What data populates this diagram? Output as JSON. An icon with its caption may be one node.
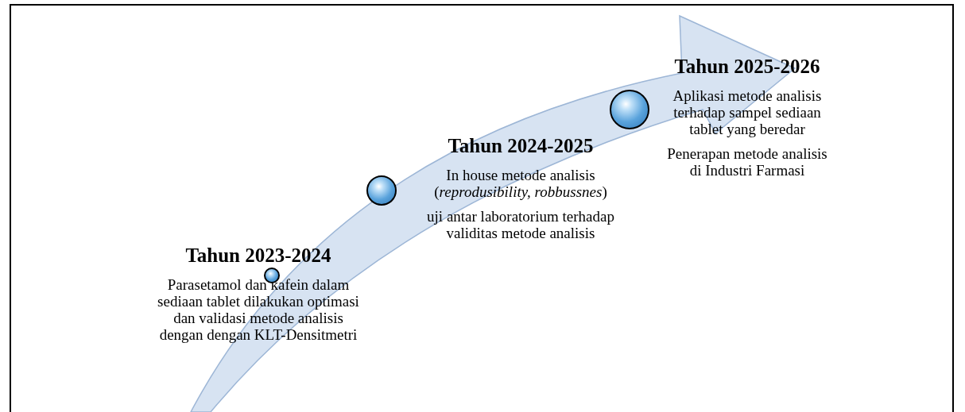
{
  "diagram": {
    "nodes": [
      {
        "text": [
          "Tahun 2023-2024",
          "Parasetamol dan kafein dalam sediaan tablet dilakukan optimasi dan validasi metode analisis dengan dengan KLT-Densitmetri"
        ]
      },
      {
        "text": [
          "Tahun 2024-2025",
          "In house metode analisis (*reprodusibility, robbussnes*)",
          "uji antar laboratorium terhadap validitas metode analisis"
        ]
      },
      {
        "text": [
          "Tahun 2025-2026",
          "Aplikasi metode analisis terhadap sampel sediaan tablet yang beredar",
          "Penerapan metode analisis di Industri Farmasi"
        ]
      },
      {
        "text": [],
        "shape": "circle"
      },
      {
        "text": [],
        "shape": "circle"
      },
      {
        "text": [],
        "shape": "circle"
      }
    ]
  }
}
